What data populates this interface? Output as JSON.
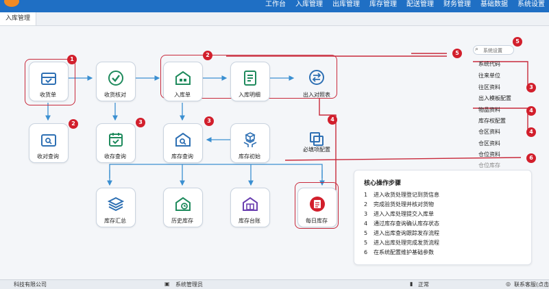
{
  "topbar": {
    "nav": [
      "工作台",
      "入库管理",
      "出库管理",
      "库存管理",
      "配送管理",
      "财务管理",
      "基础数据",
      "系统设置"
    ]
  },
  "tab": {
    "active": "入库管理"
  },
  "nodes": {
    "receipt": "收货单",
    "verify": "收货核对",
    "inbound": "入库单",
    "inbound_detail": "入库明细",
    "inbound_report": "出入对照表",
    "receipt_query": "收对查询",
    "verify_query": "收存查询",
    "stock_query": "库存查询",
    "stock_init": "库存初始",
    "required_config": "必填项配置",
    "stock_summary": "库存汇总",
    "history_stock": "历史库存",
    "stock_ledger": "库存台账",
    "daily_stock": "每日库存"
  },
  "badges": [
    "1",
    "2",
    "2",
    "3",
    "3",
    "4",
    "5",
    "5",
    "3",
    "4",
    "4",
    "6"
  ],
  "config": {
    "search_placeholder": "系统设置",
    "items": [
      "系统代码",
      "往来单位",
      "往区资料",
      "出入模板配置",
      "物品资料",
      "库存权配置",
      "仓区资料",
      "仓区资料",
      "仓位资料",
      "仓位库存"
    ]
  },
  "steps": {
    "title": "核心操作步骤",
    "items": [
      {
        "n": "1",
        "text": "进入收货处理登记到货信息"
      },
      {
        "n": "2",
        "text": "完成验货处理并核对货物"
      },
      {
        "n": "3",
        "text": "进入入库处理提交入库单"
      },
      {
        "n": "4",
        "text": "通过库存查询确认库存状态"
      },
      {
        "n": "5",
        "text": "进入出库查询跟踪发存流程"
      },
      {
        "n": "5",
        "text": "进入出库处理完成发货流程"
      },
      {
        "n": "6",
        "text": "在系统配置维护基础参数"
      }
    ]
  },
  "status": {
    "company": "科技有限公司",
    "user": "系统管理员",
    "state": "正常",
    "service": "联系客服(点击"
  },
  "colors": {
    "accent": "#1f6fc4",
    "red": "#d21f2c",
    "icon_green": "#1e8a5c",
    "icon_blue": "#2d6fb3"
  }
}
